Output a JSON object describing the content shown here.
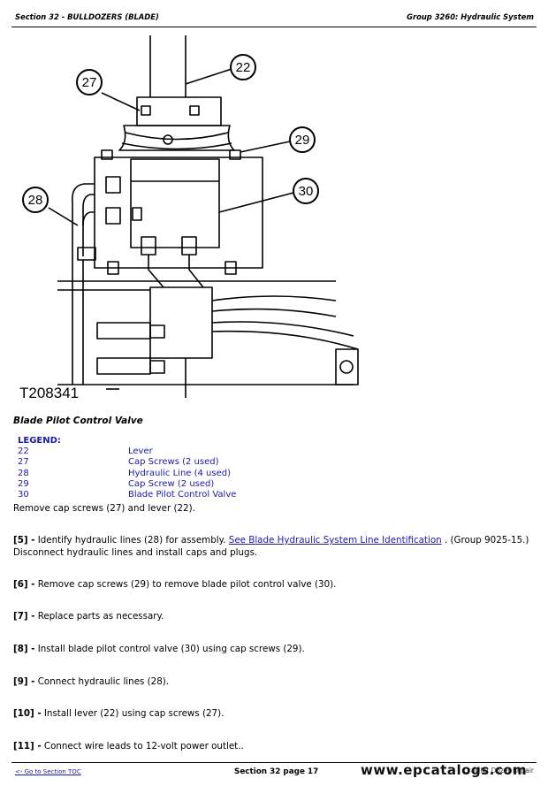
{
  "header": {
    "left": "Section 32 - BULLDOZERS (BLADE)",
    "right": "Group 3260: Hydraulic System"
  },
  "figure": {
    "id": "T208341",
    "callouts": [
      "22",
      "27",
      "28",
      "29",
      "30"
    ]
  },
  "caption": "Blade Pilot Control Valve",
  "legend": {
    "title": "LEGEND:",
    "items": [
      {
        "num": "22",
        "desc": "Lever"
      },
      {
        "num": "27",
        "desc": "Cap Screws (2 used)"
      },
      {
        "num": "28",
        "desc": "Hydraulic Line (4 used)"
      },
      {
        "num": "29",
        "desc": "Cap Screw (2 used)"
      },
      {
        "num": "30",
        "desc": "Blade Pilot Control Valve"
      }
    ]
  },
  "steps": {
    "intro": "Remove cap screws (27) and lever (22).",
    "s5_num": "[5] -",
    "s5_a": " Identify hydraulic lines (28) for assembly. ",
    "s5_link": "See Blade Hydraulic System Line Identification",
    "s5_b": " . (Group 9025-15.) Disconnect hydraulic lines and install caps and plugs.",
    "s6_num": "[6] -",
    "s6": " Remove cap screws (29) to remove blade pilot control valve (30).",
    "s7_num": "[7] -",
    "s7": " Replace parts as necessary.",
    "s8_num": "[8] -",
    "s8": " Install blade pilot control valve (30) using cap screws (29).",
    "s9_num": "[9] -",
    "s9": " Connect hydraulic lines (28).",
    "s10_num": "[10] -",
    "s10": " Install lever (22) using cap screws (27).",
    "s11_num": "[11] -",
    "s11": " Connect wire leads to 12-volt power outlet.."
  },
  "footer": {
    "toc_link": "<- Go to Section TOC",
    "page": "Section 32 page 17",
    "right": "Crawler Dozer Repair"
  },
  "watermark": "www.epcatalogs.com"
}
